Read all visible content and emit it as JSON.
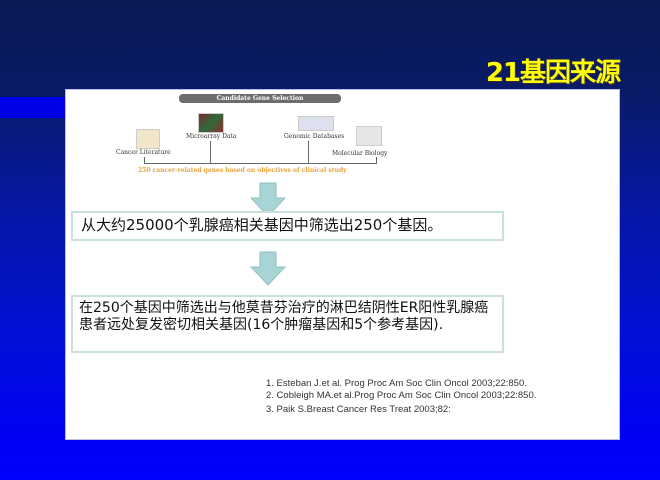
{
  "slide": {
    "title": "21基因来源",
    "figure": {
      "header": "Candidate Gene Selection",
      "sources": [
        "Cancer Literature",
        "Microarray Data",
        "Genomic Databases",
        "Molecular Biology"
      ],
      "result": "250 cancer-related genes based on objectives of clinical study"
    },
    "step1": "从大约25000个乳腺癌相关基因中筛选出250个基因。",
    "step2": "在250个基因中筛选出与他莫昔芬治疗的淋巴结阴性ER阳性乳腺癌患者远处复发密切相关基因(16个肿瘤基因和5个参考基因).",
    "references": [
      "1. Esteban J.et al. Prog Proc Am Soc Clin Oncol 2003;22:850.",
      "2. Cobleigh MA.et al.Prog Proc Am Soc Clin Oncol 2003;22:850.",
      "3. Paik S.Breast Cancer Res Treat 2003;82:"
    ],
    "colors": {
      "title": "#ffff00",
      "arrow": "#a9d4d6",
      "accent": "#e8a23a"
    }
  }
}
